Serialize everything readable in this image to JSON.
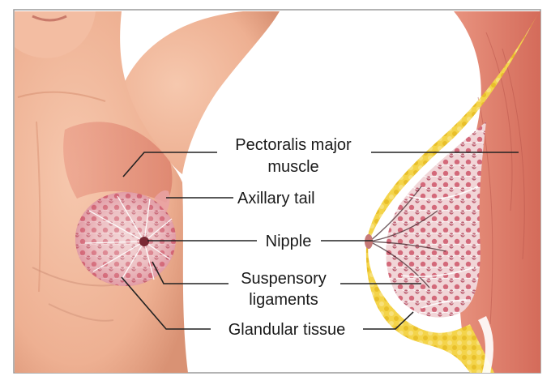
{
  "labels": {
    "pectoralis_line1": "Pectoralis major",
    "pectoralis_line2": "muscle",
    "axillary_tail": "Axillary tail",
    "nipple": "Nipple",
    "suspensory_line1": "Suspensory",
    "suspensory_line2": "ligaments",
    "glandular_tissue": "Glandular tissue"
  },
  "colors": {
    "skin": "#f0b59a",
    "skin_shadow": "#d98e70",
    "muscle": "#e07c6a",
    "fat": "#f2d03b",
    "gland": "#c9455a",
    "leader_line": "#222222",
    "frame_border": "#9a9a9a"
  }
}
